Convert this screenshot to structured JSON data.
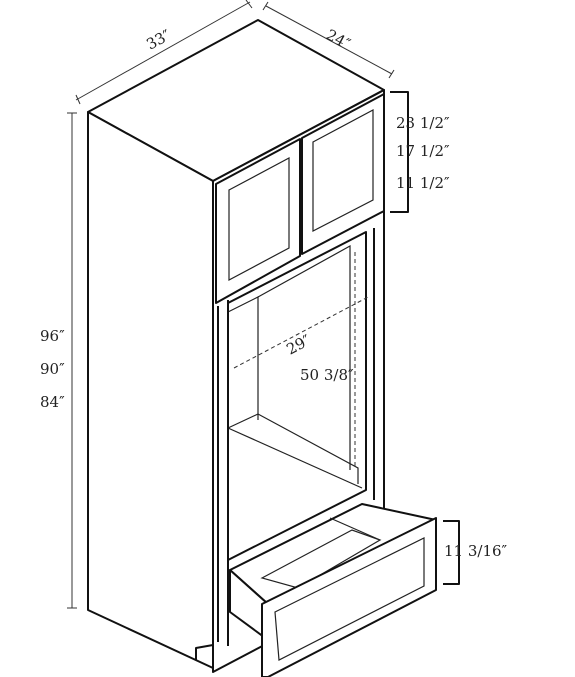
{
  "dimensions": {
    "width": "33″",
    "depth": "24″",
    "heights": [
      "96″",
      "90″",
      "84″"
    ],
    "upper_door_heights": [
      "23 1/2″",
      "17 1/2″",
      "11 1/2″"
    ],
    "opening_width": "29″",
    "opening_height": "50 3/8″",
    "drawer_height": "11 3/16″"
  }
}
